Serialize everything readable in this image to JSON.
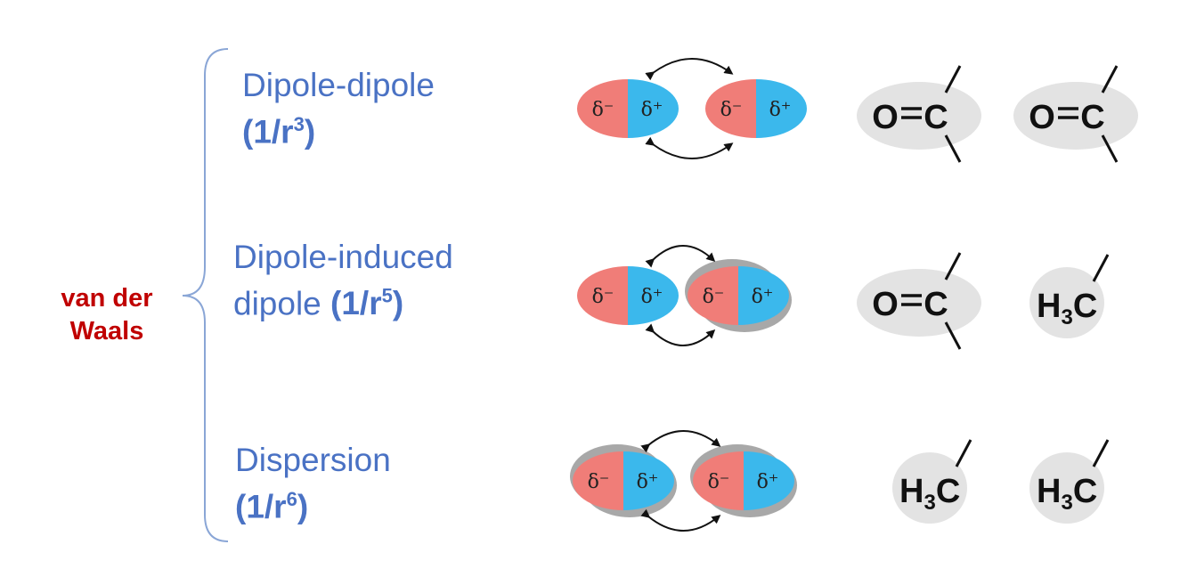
{
  "group_label": {
    "line1": "van der",
    "line2": "Waals"
  },
  "rows": [
    {
      "name": "Dipole-dipole",
      "power": "(1/r",
      "exp": "3",
      "close": ")",
      "molecules": [
        {
          "neg": "δ⁻",
          "pos": "δ⁺",
          "induced": false
        },
        {
          "neg": "δ⁻",
          "pos": "δ⁺",
          "induced": false
        }
      ],
      "groups": [
        {
          "type": "carbonyl",
          "o": "O",
          "c": "C"
        },
        {
          "type": "carbonyl",
          "o": "O",
          "c": "C"
        }
      ]
    },
    {
      "name": "Dipole-induced",
      "name2": "dipole ",
      "power": "(1/r",
      "exp": "5",
      "close": ")",
      "molecules": [
        {
          "neg": "δ⁻",
          "pos": "δ⁺",
          "induced": false
        },
        {
          "neg": "δ⁻",
          "pos": "δ⁺",
          "induced": true
        }
      ],
      "groups": [
        {
          "type": "carbonyl",
          "o": "O",
          "c": "C"
        },
        {
          "type": "methyl",
          "h": "H",
          "sub": "3",
          "c": "C"
        }
      ]
    },
    {
      "name": "Dispersion",
      "power": "(1/r",
      "exp": "6",
      "close": ")",
      "molecules": [
        {
          "neg": "δ⁻",
          "pos": "δ⁺",
          "induced": true
        },
        {
          "neg": "δ⁻",
          "pos": "δ⁺",
          "induced": true
        }
      ],
      "groups": [
        {
          "type": "methyl",
          "h": "H",
          "sub": "3",
          "c": "C"
        },
        {
          "type": "methyl",
          "h": "H",
          "sub": "3",
          "c": "C"
        }
      ]
    }
  ],
  "colors": {
    "label_blue": "#4a72c4",
    "vdw_red": "#c00000",
    "bracket": "#8aa6d6",
    "neg_red": "#f07d78",
    "pos_blue": "#3bb8ec",
    "shadow_gray": "#a8a8a8",
    "group_gray": "#e3e3e3"
  }
}
